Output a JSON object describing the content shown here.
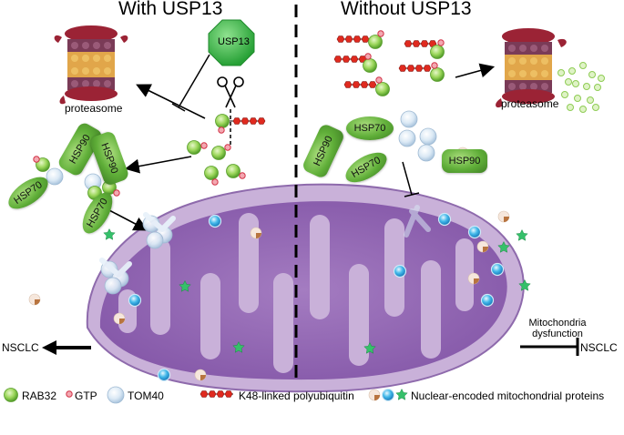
{
  "titles": {
    "left": "With USP13",
    "right": "Without USP13"
  },
  "labels": {
    "usp13": "USP13",
    "proteasome_left": "proteasome",
    "proteasome_right": "proteasome",
    "nsclc_left": "NSCLC",
    "nsclc_right": "NSCLC",
    "mito_dysfunction_line1": "Mitochondria",
    "mito_dysfunction_line2": "dysfunction"
  },
  "chaperones": {
    "hsp90": "HSP90",
    "hsp70": "HSP70"
  },
  "legend": {
    "rab32": "RAB32",
    "gtp": "GTP",
    "tom40": "TOM40",
    "k48": "K48-linked polyubiquitin",
    "nuclear": "Nuclear-encoded mitochondrial proteins"
  },
  "colors": {
    "rab32": "#7ac943",
    "gtp": "#e8455a",
    "tom40": "#cfe3f2",
    "ubiquitin": "#d7261e",
    "mito_outer": "#c9b1d9",
    "mito_inner": "#8d63ad",
    "hsp_green": "#5fae38",
    "usp13": "#3db53d"
  }
}
